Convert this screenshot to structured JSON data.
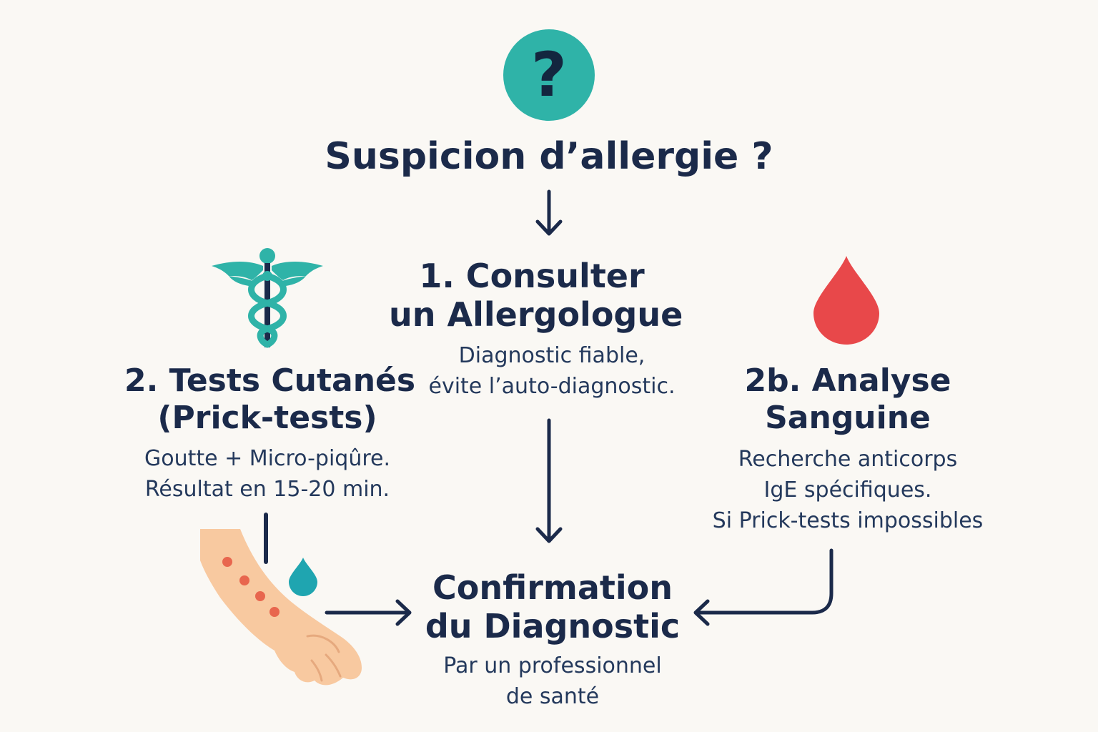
{
  "colors": {
    "background": "#FAF8F4",
    "text_dark": "#1B2A4A",
    "teal": "#2FB3A8",
    "blood_red": "#E8484A",
    "skin": "#F8C9A0",
    "dots": "#E8664E",
    "drop_teal": "#1FA5B0"
  },
  "icons": {
    "question": "question-mark-icon",
    "caduceus": "caduceus-icon",
    "blood": "blood-drop-icon",
    "arm": "arm-icon",
    "water_drop": "water-drop-icon"
  },
  "top": {
    "question_glyph": "?",
    "title": "Suspicion d’allergie ?"
  },
  "step1": {
    "title_line1": "1. Consulter",
    "title_line2": "un Allergologue",
    "desc_line1": "Diagnostic fiable,",
    "desc_line2": "évite l’auto-diagnostic."
  },
  "step2": {
    "title_line1": "2. Tests Cutanés",
    "title_line2": "(Prick-tests)",
    "desc_line1": "Goutte + Micro-piqûre.",
    "desc_line2": "Résultat en 15-20 min."
  },
  "step2b": {
    "title_line1": "2b. Analyse",
    "title_line2": "Sanguine",
    "desc_line1": "Recherche anticorps",
    "desc_line2": "IgE spécifiques.",
    "desc_line3": "Si Prick-tests impossibles"
  },
  "result": {
    "title_line1": "Confirmation",
    "title_line2": "du Diagnostic",
    "desc_line1": "Par un professionnel",
    "desc_line2": "de santé"
  }
}
